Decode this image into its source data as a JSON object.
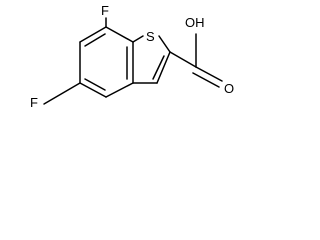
{
  "molecule": {
    "atoms": {
      "F_top": "F",
      "F_bottom": "F",
      "S_ring": "S",
      "OH_group": "OH",
      "O_carbonyl": "O"
    }
  }
}
